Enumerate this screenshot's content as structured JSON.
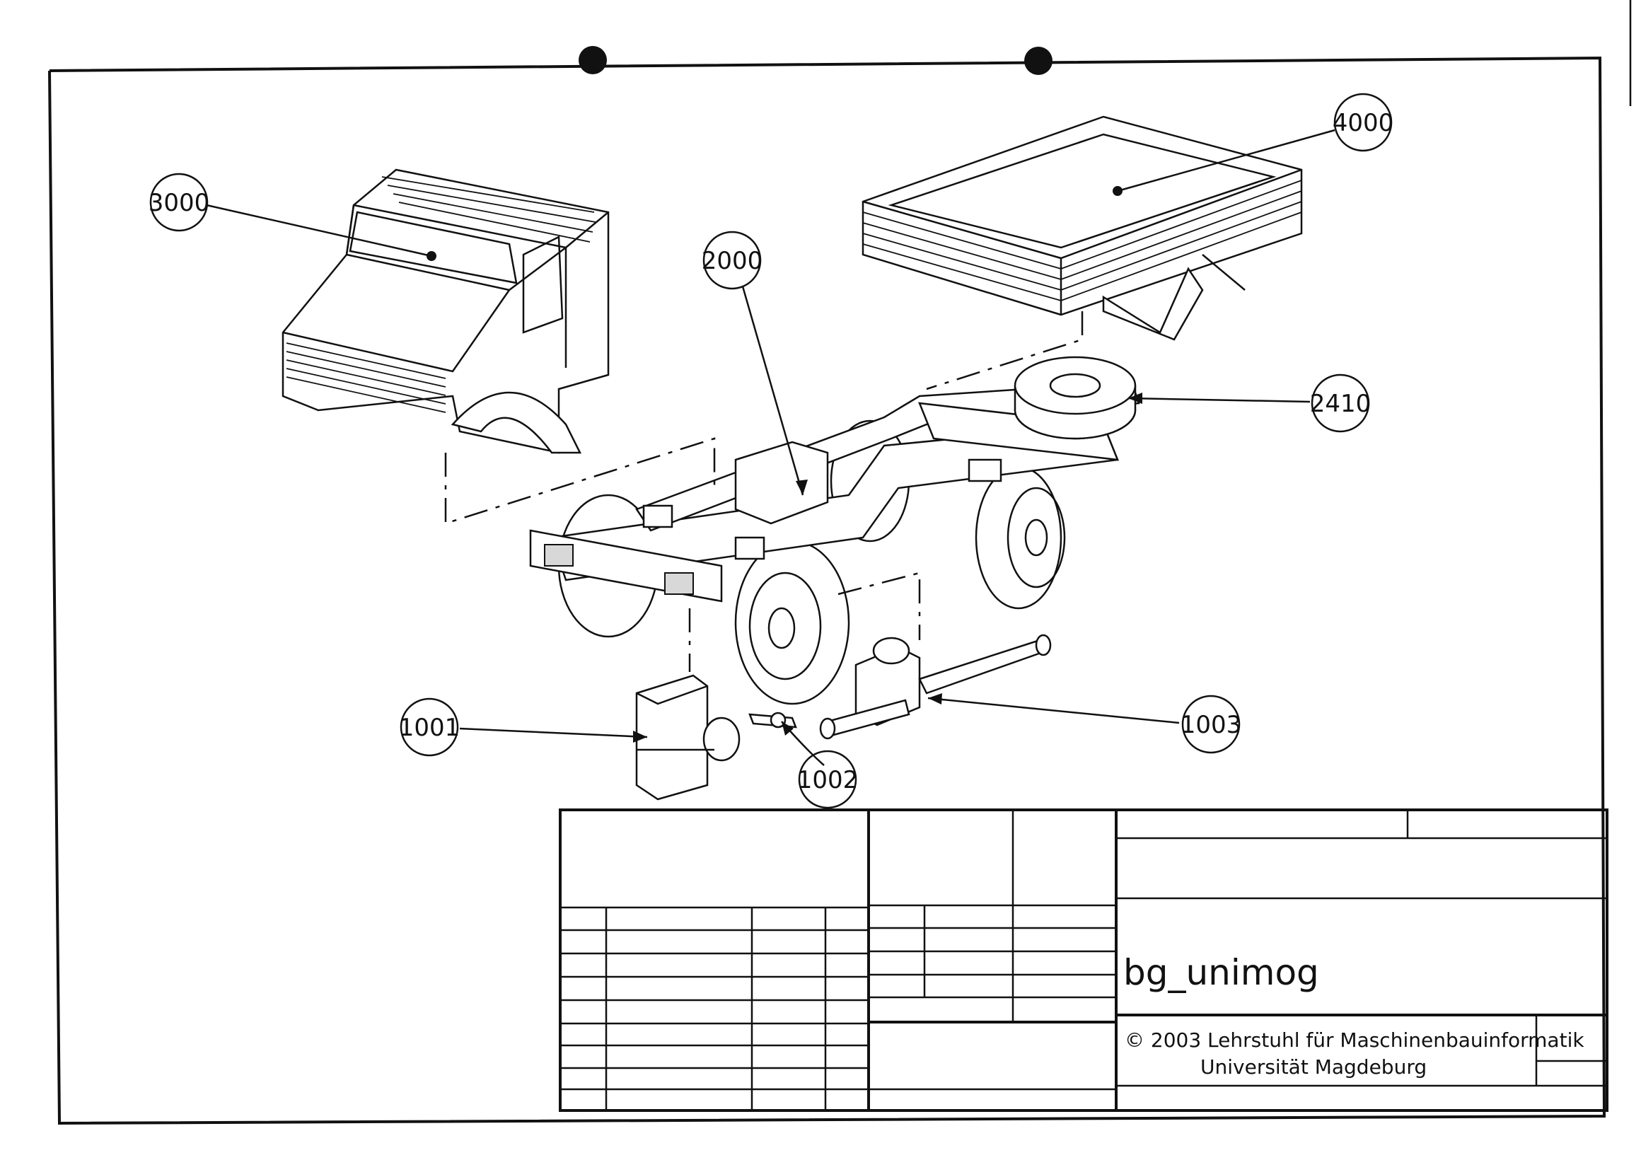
{
  "callouts": [
    {
      "id": "cab",
      "label": "3000"
    },
    {
      "id": "cargo-bed",
      "label": "4000"
    },
    {
      "id": "frame",
      "label": "2000"
    },
    {
      "id": "spare-wheel",
      "label": "2410"
    },
    {
      "id": "engine",
      "label": "1001"
    },
    {
      "id": "shaft-part",
      "label": "1002"
    },
    {
      "id": "axle",
      "label": "1003"
    }
  ],
  "title_block": {
    "drawing_name": "bg_unimog",
    "copyright_line1": "© 2003 Lehrstuhl für Maschinenbauinformatik",
    "copyright_line2": "Universität Magdeburg"
  }
}
